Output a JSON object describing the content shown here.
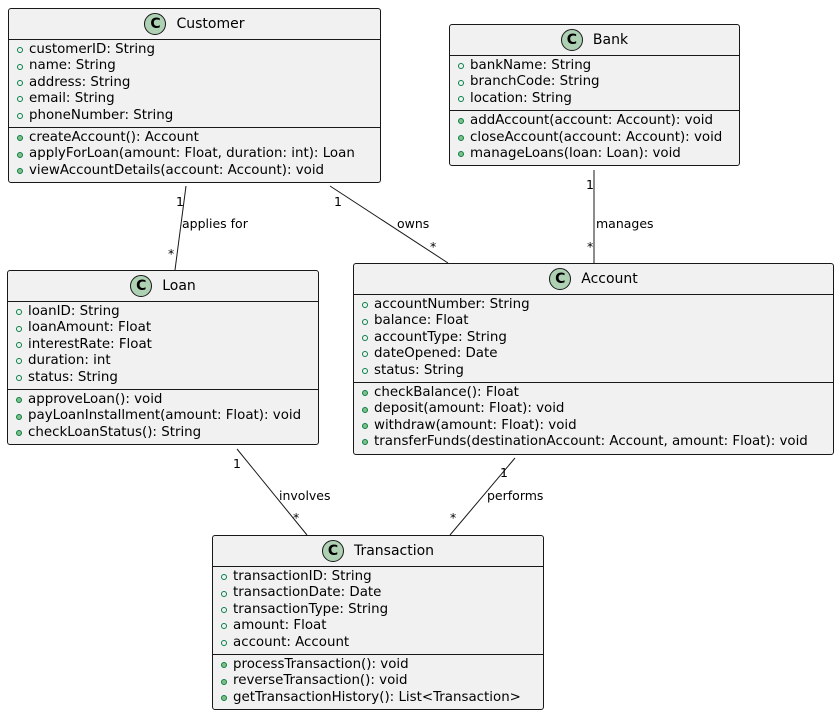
{
  "classes": {
    "customer": {
      "name": "Customer",
      "badge": "C",
      "attributes": [
        "customerID: String",
        "name: String",
        "address: String",
        "email: String",
        "phoneNumber: String"
      ],
      "operations": [
        "createAccount(): Account",
        "applyForLoan(amount: Float, duration: int): Loan",
        "viewAccountDetails(account: Account): void"
      ]
    },
    "bank": {
      "name": "Bank",
      "badge": "C",
      "attributes": [
        "bankName: String",
        "branchCode: String",
        "location: String"
      ],
      "operations": [
        "addAccount(account: Account): void",
        "closeAccount(account: Account): void",
        "manageLoans(loan: Loan): void"
      ]
    },
    "loan": {
      "name": "Loan",
      "badge": "C",
      "attributes": [
        "loanID: String",
        "loanAmount: Float",
        "interestRate: Float",
        "duration: int",
        "status: String"
      ],
      "operations": [
        "approveLoan(): void",
        "payLoanInstallment(amount: Float): void",
        "checkLoanStatus(): String"
      ]
    },
    "account": {
      "name": "Account",
      "badge": "C",
      "attributes": [
        "accountNumber: String",
        "balance: Float",
        "accountType: String",
        "dateOpened: Date",
        "status: String"
      ],
      "operations": [
        "checkBalance(): Float",
        "deposit(amount: Float): void",
        "withdraw(amount: Float): void",
        "transferFunds(destinationAccount: Account, amount: Float): void"
      ]
    },
    "transaction": {
      "name": "Transaction",
      "badge": "C",
      "attributes": [
        "transactionID: String",
        "transactionDate: Date",
        "transactionType: String",
        "amount: Float",
        "account: Account"
      ],
      "operations": [
        "processTransaction(): void",
        "reverseTransaction(): void",
        "getTransactionHistory(): List<Transaction>"
      ]
    }
  },
  "associations": [
    {
      "from": "Customer",
      "to": "Loan",
      "label": "applies for",
      "from_mult": "1",
      "to_mult": "*"
    },
    {
      "from": "Customer",
      "to": "Account",
      "label": "owns",
      "from_mult": "1",
      "to_mult": "*"
    },
    {
      "from": "Bank",
      "to": "Account",
      "label": "manages",
      "from_mult": "1",
      "to_mult": "*"
    },
    {
      "from": "Loan",
      "to": "Transaction",
      "label": "involves",
      "from_mult": "1",
      "to_mult": "*"
    },
    {
      "from": "Account",
      "to": "Transaction",
      "label": "performs",
      "from_mult": "1",
      "to_mult": "*"
    }
  ],
  "colors": {
    "class_fill": "#f1f1f1",
    "border": "#181818",
    "badge_fill": "#add1b2",
    "attr_marker": "#038048",
    "op_marker": "#84be84"
  }
}
